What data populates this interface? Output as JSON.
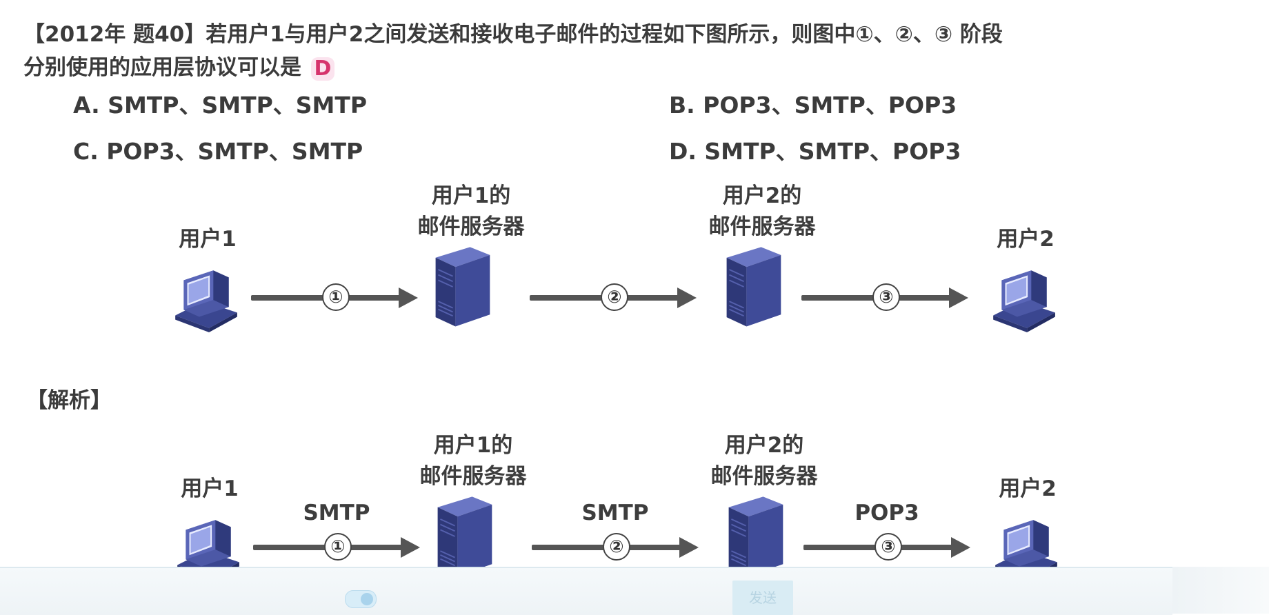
{
  "question": {
    "line1": "【2012年 题40】若用户1与用户2之间发送和接收电子邮件的过程如下图所示，则图中①、②、③ 阶段",
    "line2": "分别使用的应用层协议可以是",
    "answer": "D"
  },
  "options": {
    "a": "A. SMTP、SMTP、SMTP",
    "b": "B. POP3、SMTP、POP3",
    "c": "C. POP3、SMTP、SMTP",
    "d": "D. SMTP、SMTP、POP3"
  },
  "diagram_question": {
    "nodes": {
      "user1": "用户1",
      "server1": "用户1的\n邮件服务器",
      "server2": "用户2的\n邮件服务器",
      "user2": "用户2"
    },
    "steps": [
      "①",
      "②",
      "③"
    ]
  },
  "section_title": "【解析】",
  "diagram_analysis": {
    "nodes": {
      "user1": "用户1",
      "server1": "用户1的\n邮件服务器",
      "server2": "用户2的\n邮件服务器",
      "user2": "用户2"
    },
    "steps": [
      "①",
      "②",
      "③"
    ],
    "protocols": [
      "SMTP",
      "SMTP",
      "POP3"
    ]
  },
  "chat_bar": {
    "send_label": "发送"
  },
  "icons": {
    "computer": "computer-icon",
    "server": "server-icon"
  },
  "colors": {
    "device": "#3e4a8e",
    "arrow": "#555555",
    "answer_badge": "#d6336c"
  }
}
